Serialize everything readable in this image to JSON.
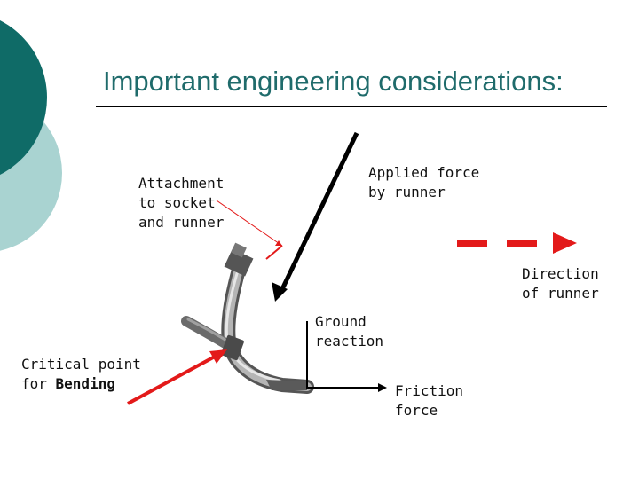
{
  "slide": {
    "title": "Important engineering considerations:"
  },
  "labels": {
    "attachment": [
      "Attachment",
      "to socket",
      "and runner"
    ],
    "applied_force": [
      "Applied force",
      "by runner"
    ],
    "direction": [
      "Direction",
      "of runner"
    ],
    "ground": [
      "Ground",
      "reaction"
    ],
    "friction": [
      "Friction",
      "force"
    ],
    "critical_line1": "Critical point",
    "critical_line2_prefix": "for ",
    "critical_line2_bold": "Bending"
  },
  "colors": {
    "teal_dark": "#0f6b67",
    "teal_light": "#a9d3d1",
    "title": "#1f6b6b",
    "arrow_red": "#e31a1a",
    "arrow_black": "#000000",
    "prosthesis": "#8c8c8c"
  }
}
